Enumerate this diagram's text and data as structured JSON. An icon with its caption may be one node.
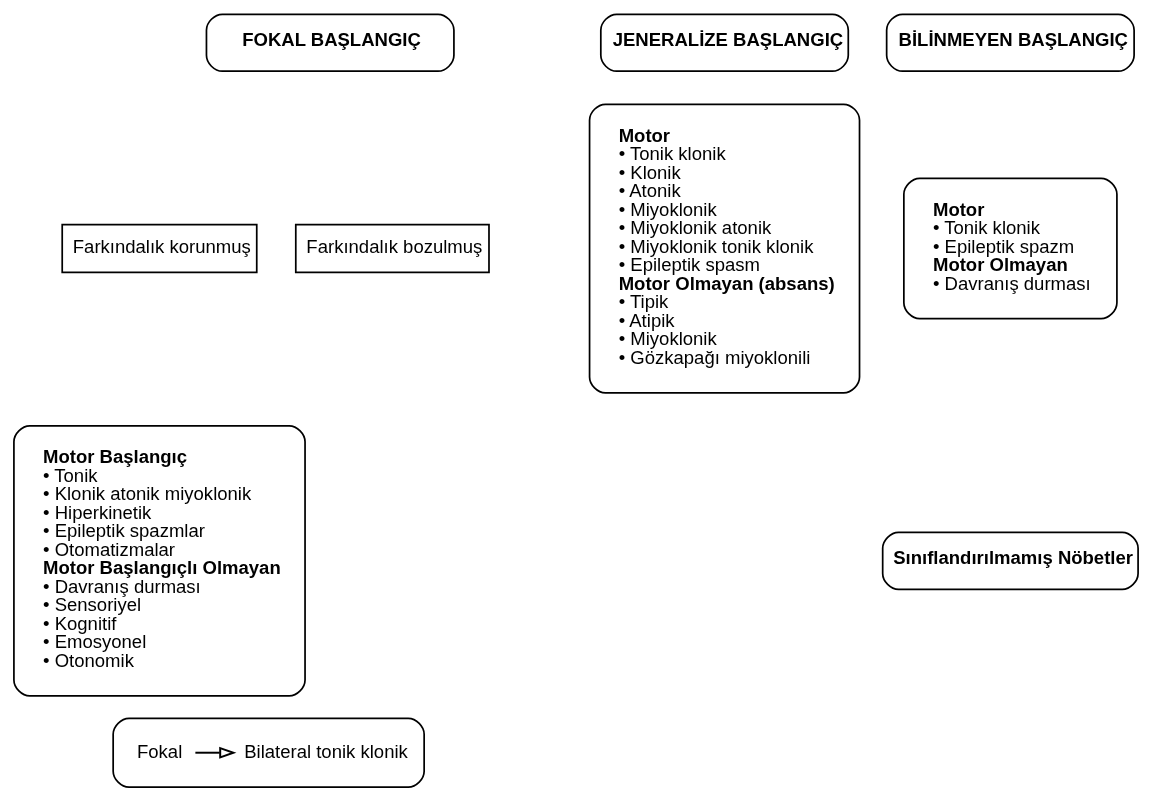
{
  "diagram": {
    "nodes": [
      {
        "text": [
          "FOKAL BAŞLANGIÇ"
        ]
      },
      {
        "text": [
          "Farkındalık korunmuş"
        ]
      },
      {
        "text": [
          "Farkındalık bozulmuş"
        ]
      },
      {
        "text": [
          "Motor Başlangıç",
          "• Tonik",
          "• Klonik atonik miyoklonik",
          "• Hiperkinetik",
          "• Epileptik spazmlar",
          "• Otomatizmalar",
          "Motor Başlangıçlı Olmayan",
          "• Davranış durması",
          "• Sensoriyel",
          "• Kognitif",
          "• Emosyonel",
          "• Otonomik"
        ]
      },
      {
        "text": [],
        "shape": "box"
      },
      {
        "text": [
          "Fokal"
        ],
        "in": 4
      },
      {
        "text": [
          "Bilateral tonik klonik"
        ],
        "in": 4
      },
      {
        "text": [
          "JENERALİZE BAŞLANGIÇ"
        ]
      },
      {
        "text": [
          "Motor",
          "• Tonik klonik",
          "• Klonik",
          "• Atonik",
          "• Miyoklonik",
          "• Miyoklonik atonik",
          "• Miyoklonik tonik klonik",
          "• Epileptik spasm",
          "Motor Olmayan (absans)",
          "• Tipik",
          "• Atipik",
          "• Miyoklonik",
          "• Gözkapağı miyoklonili"
        ]
      },
      {
        "text": [
          "BİLİNMEYEN BAŞLANGIÇ"
        ]
      },
      {
        "text": [
          "Motor",
          "• Tonik klonik",
          "• Epileptik spazm",
          "Motor Olmayan",
          "• Davranış durması"
        ]
      },
      {
        "text": [
          "Sınıflandırılmamış Nöbetler"
        ]
      }
    ],
    "edges": [
      {
        "from": 5,
        "to": 6,
        "arrow": "to"
      }
    ]
  }
}
